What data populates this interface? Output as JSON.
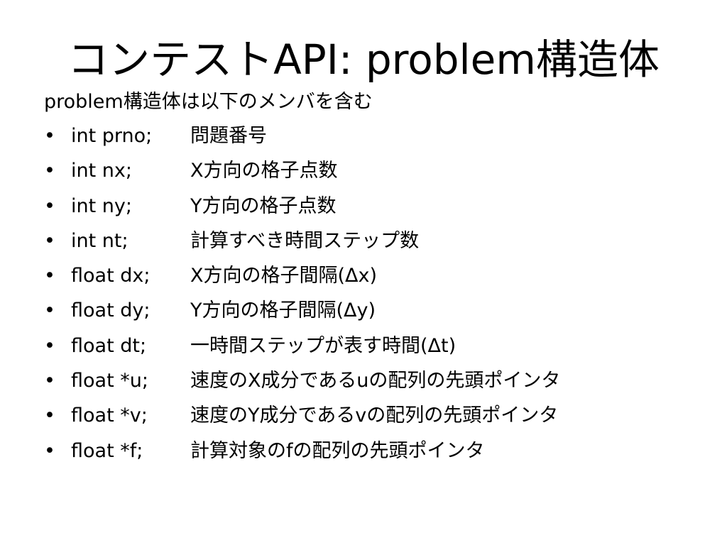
{
  "slide": {
    "title": "コンテストAPI: problem構造体",
    "intro": "problem構造体は以下のメンバを含む",
    "bullet_glyph": "•",
    "members": [
      {
        "decl": "int prno;",
        "desc": "問題番号"
      },
      {
        "decl": "int nx;",
        "desc": "X方向の格子点数"
      },
      {
        "decl": "int ny;",
        "desc": "Y方向の格子点数"
      },
      {
        "decl": "int nt;",
        "desc": "計算すべき時間ステップ数"
      },
      {
        "decl": "float dx;",
        "desc": "X方向の格子間隔(Δx)"
      },
      {
        "decl": "float dy;",
        "desc": "Y方向の格子間隔(Δy)"
      },
      {
        "decl": "float dt;",
        "desc": "一時間ステップが表す時間(Δt)"
      },
      {
        "decl": "float *u;",
        "desc": "速度のX成分であるuの配列の先頭ポインタ"
      },
      {
        "decl": "float *v;",
        "desc": "速度のY成分であるvの配列の先頭ポインタ"
      },
      {
        "decl": "float *f;",
        "desc": "計算対象のfの配列の先頭ポインタ"
      }
    ]
  }
}
